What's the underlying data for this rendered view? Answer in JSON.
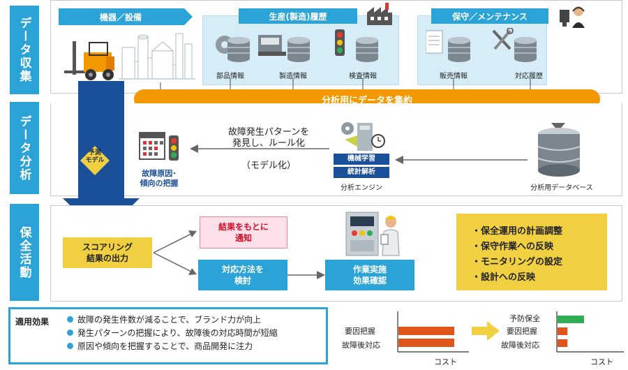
{
  "sections": {
    "collect": "データ収集",
    "analyze": "データ分析",
    "act": "保全活動"
  },
  "collect": {
    "equipment_header": "機器／設備",
    "production_header": "生産(製造)履歴",
    "maintenance_header": "保守／メンテナンス",
    "items": [
      "部品情報",
      "製造情報",
      "検査情報",
      "販売情報",
      "対応履歴"
    ],
    "aggregate_bar": "分析用にデータを集約"
  },
  "analyze": {
    "predict_model": "予測\nモデル",
    "result_label": "故障原因･\n傾向の把握",
    "pattern_text_1": "故障発生パターンを",
    "pattern_text_2": "発見し、ルール化",
    "model_text": "（モデル化）",
    "ml_label": "機械学習",
    "stats_label": "統計解析",
    "engine_label": "分析エンジン",
    "db_label": "分析用データベース"
  },
  "act": {
    "scoring": "スコアリング\n結果の出力",
    "notify": "結果をもとに\n通知",
    "method": "対応方法を\n検討",
    "work": "作業実施\n効果確認",
    "bullets": [
      "・保全運用の計画調整",
      "・保守作業への反映",
      "・モニタリングの設定",
      "・設計への反映"
    ]
  },
  "effects": {
    "title": "適用効果",
    "items": [
      "故障の発生件数が減ることで、ブランド力が向上",
      "発生パターンの把握により、故障後の対応時間が短縮",
      "原因や傾向を把握することで、商品開発に注力"
    ]
  },
  "chart_before": {
    "labels": [
      "要因把握",
      "故障後対応"
    ],
    "xlabel": "コスト"
  },
  "chart_after": {
    "labels": [
      "予防保全",
      "要因把握",
      "故障後対応"
    ],
    "xlabel": "コスト"
  },
  "chart_data": [
    {
      "type": "bar",
      "orientation": "horizontal",
      "categories": [
        "要因把握",
        "故障後対応"
      ],
      "values": [
        80,
        80
      ],
      "xlabel": "コスト",
      "colors": [
        "#e0561a",
        "#e0561a"
      ]
    },
    {
      "type": "bar",
      "orientation": "horizontal",
      "categories": [
        "予防保全",
        "要因把握",
        "故障後対応"
      ],
      "values": [
        40,
        15,
        15
      ],
      "xlabel": "コスト",
      "colors": [
        "#2fae55",
        "#e0561a",
        "#e0561a"
      ]
    }
  ],
  "colors": {
    "accent_blue": "#2ba3d6",
    "dark_blue": "#1a4f9a",
    "orange": "#f39800",
    "yellow": "#f0d040",
    "panel": "#d6edf8"
  }
}
